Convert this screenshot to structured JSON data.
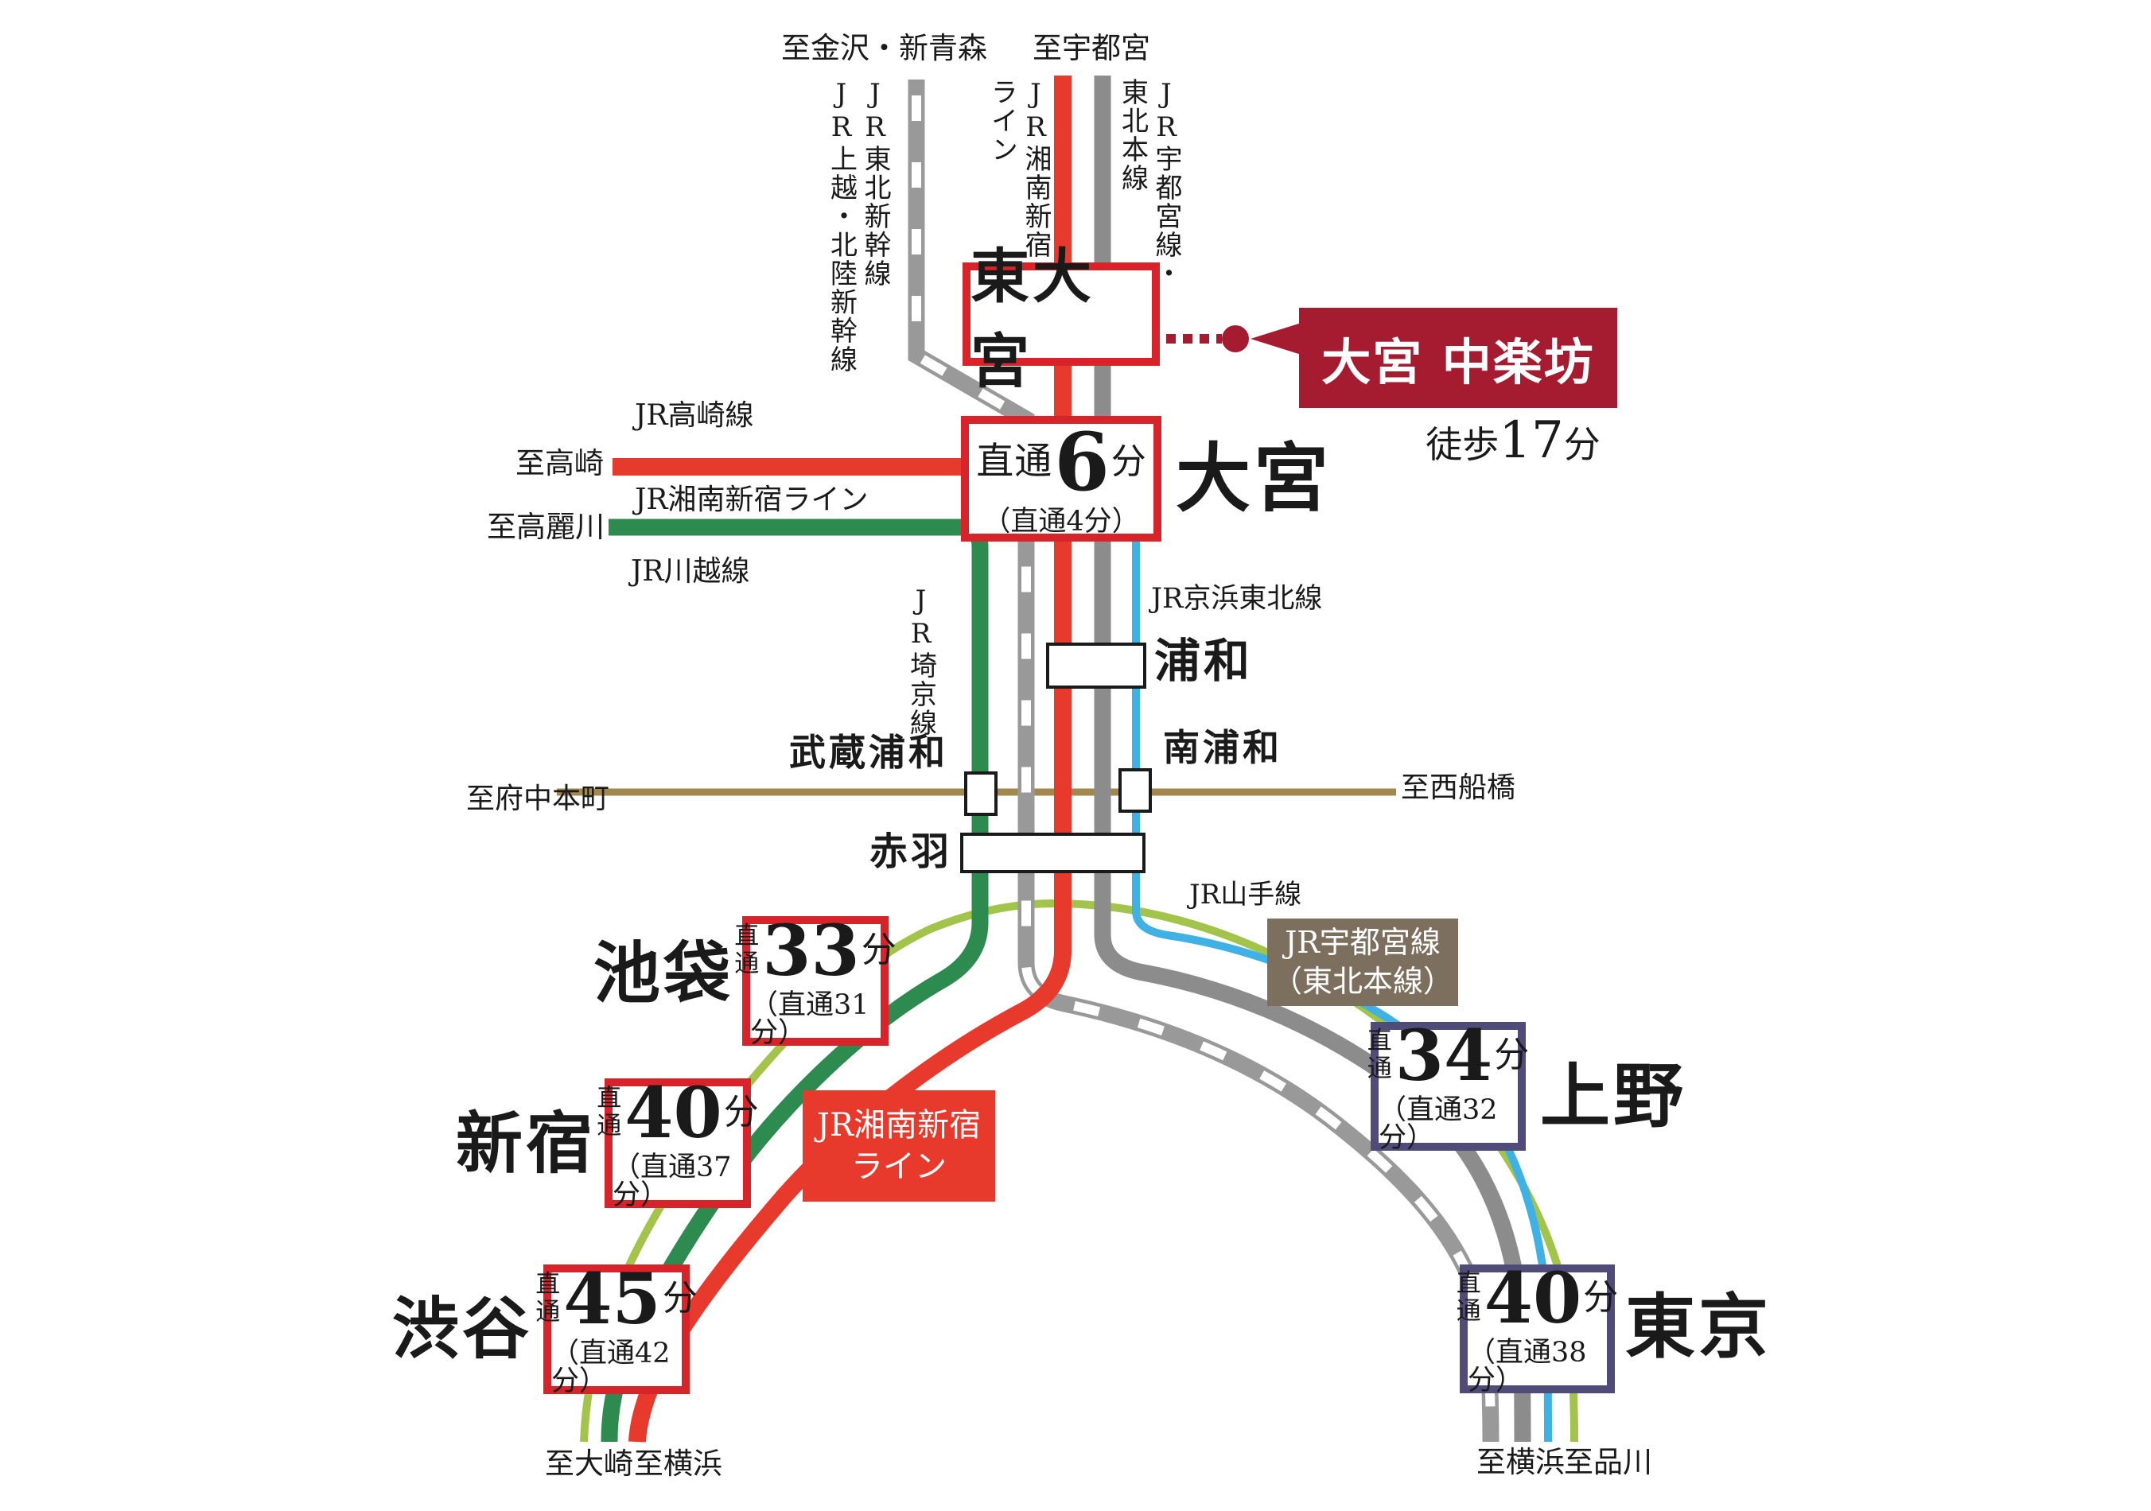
{
  "colors": {
    "brand_dark_red": "#a51c30",
    "jr_red": "#e8392d",
    "red_box_border": "#d7242b",
    "saikyo_green": "#2e8b50",
    "yamanote_green": "#a2c44a",
    "tohoku_gray": "#8c8c8c",
    "shinkansen_gray": "#999999",
    "keihin_blue": "#3fb1e5",
    "musashino_brown": "#a2874f",
    "navy_box_border": "#514b79",
    "utsunomiya_badge_bg": "#7c6f5d"
  },
  "top": {
    "to_kanazawa_shinaomori": "至金沢・新青森",
    "to_utsunomiya": "至宇都宮",
    "shinkansen_tohoku": "JR東北新幹線",
    "shinkansen_joetsu_hokuriku": "JR上越・北陸新幹線",
    "shonan_col1": "JR湘南新宿",
    "shonan_col2": "ライン",
    "utsunomiya_col1": "JR宇都宮線・",
    "utsunomiya_col2": "東北本線"
  },
  "property": {
    "station_name": "東大宮",
    "property_name": "大宮 中楽坊",
    "walk_label": "徒歩",
    "walk_minutes": "17",
    "walk_unit": "分"
  },
  "omiya": {
    "name": "大宮",
    "direct_label": "直通",
    "minutes": "6",
    "unit": "分",
    "paren": "（直通4分）"
  },
  "west_lines": {
    "takasaki_line": "JR高崎線",
    "to_takasaki": "至高崎",
    "shonan_line": "JR湘南新宿ライン",
    "to_komagawa": "至高麗川",
    "kawagoe_line": "JR川越線",
    "saikyo_line": "JR埼京線"
  },
  "mid": {
    "keihin_line": "JR京浜東北線",
    "urawa": "浦和",
    "musashi_urawa": "武蔵浦和",
    "to_fuchu_hommachi": "至府中本町",
    "minami_urawa": "南浦和",
    "to_nishi_funabashi": "至西船橋",
    "akabane": "赤羽",
    "yamanote_line": "JR山手線",
    "utsunomiya_badge_line1": "JR宇都宮線",
    "utsunomiya_badge_line2": "（東北本線）"
  },
  "shonan_badge": {
    "line1": "JR湘南新宿",
    "line2": "ライン"
  },
  "common": {
    "direct": "直通",
    "unit": "分"
  },
  "destinations": [
    {
      "name": "池袋",
      "minutes": "33",
      "paren": "（直通31分）"
    },
    {
      "name": "新宿",
      "minutes": "40",
      "paren": "（直通37分）"
    },
    {
      "name": "渋谷",
      "minutes": "45",
      "paren": "（直通42分）"
    },
    {
      "name": "上野",
      "minutes": "34",
      "paren": "（直通32分）"
    },
    {
      "name": "東京",
      "minutes": "40",
      "paren": "（直通38分）"
    }
  ],
  "bottom": {
    "to_osaki": "至大崎",
    "to_yokohama_left": "至横浜",
    "to_yokohama_right": "至横浜",
    "to_shinagawa": "至品川"
  }
}
